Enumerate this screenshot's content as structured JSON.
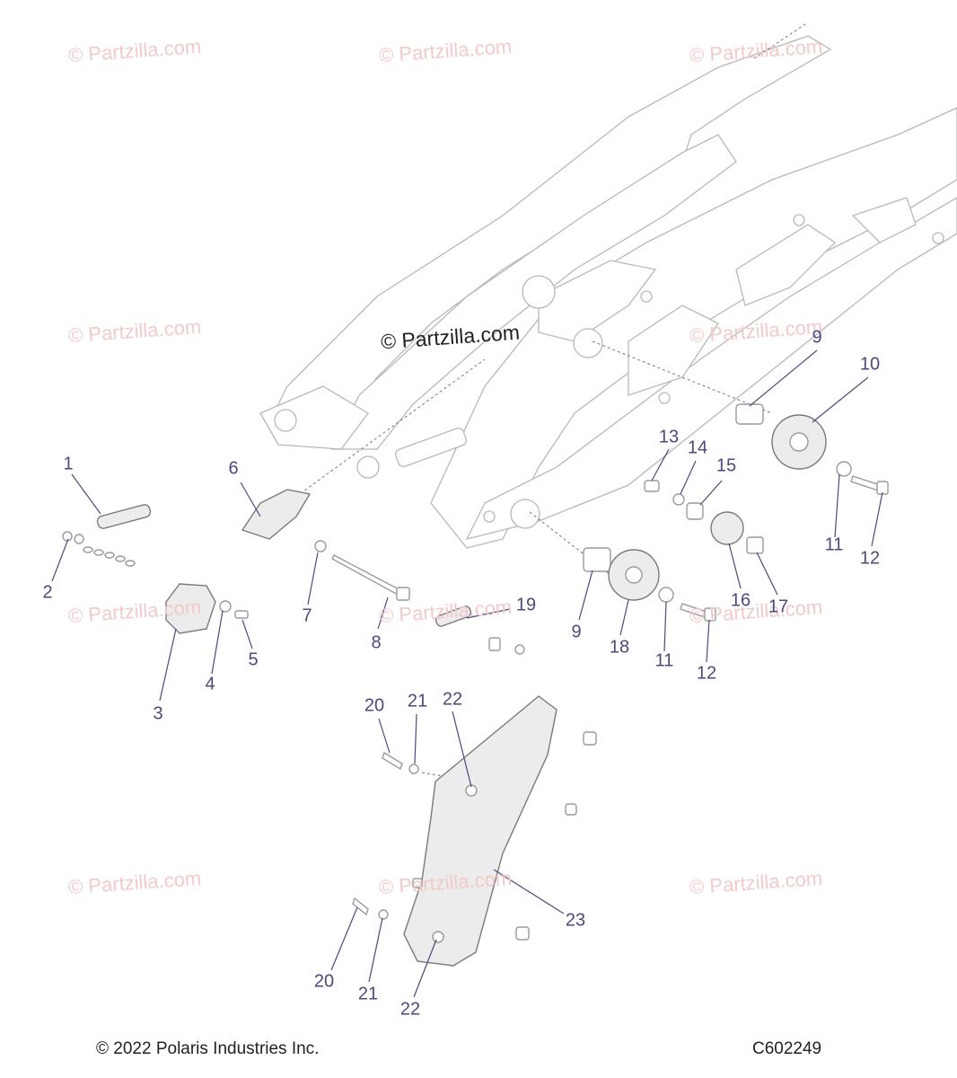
{
  "watermarks": [
    "© Partzilla.com",
    "© Partzilla.com",
    "© Partzilla.com",
    "© Partzilla.com",
    "© Partzilla.com",
    "© Partzilla.com",
    "© Partzilla.com",
    "© Partzilla.com",
    "© Partzilla.com",
    "© Partzilla.com",
    "© Partzilla.com"
  ],
  "center_watermark": "© Partzilla.com",
  "callouts": [
    "1",
    "2",
    "3",
    "4",
    "5",
    "6",
    "7",
    "8",
    "9",
    "10",
    "11",
    "12",
    "13",
    "14",
    "15",
    "16",
    "17",
    "18",
    "9",
    "11",
    "12",
    "19",
    "20",
    "21",
    "22",
    "23",
    "20",
    "21",
    "22"
  ],
  "footer": {
    "copyright": "© 2022 Polaris Industries Inc.",
    "diagram_code": "C602249"
  }
}
